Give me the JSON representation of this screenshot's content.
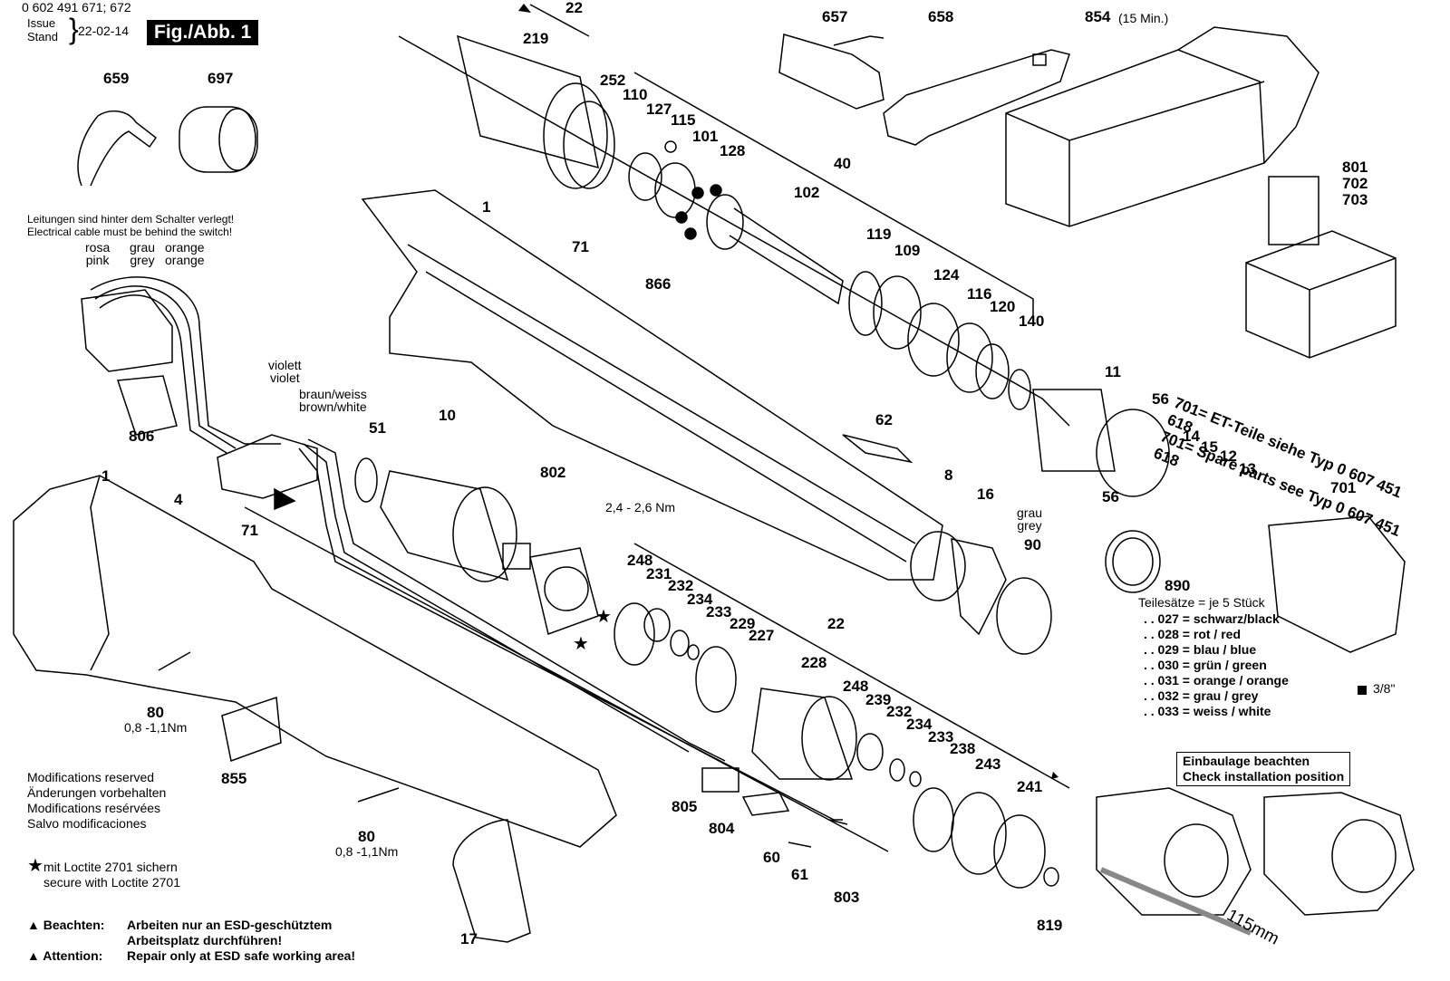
{
  "header": {
    "code": "0 602 491 671; 672",
    "issue_label": "Issue",
    "stand_label": "Stand",
    "date": "22-02-14",
    "figure": "Fig./Abb. 1"
  },
  "notes": {
    "cable_de": "Leitungen sind hinter dem Schalter verlegt!",
    "cable_en": "Electrical cable must be behind the switch!",
    "wires": {
      "rosa": "rosa",
      "pink": "pink",
      "grau": "grau",
      "grey": "grey",
      "orange_de": "orange",
      "orange_en": "orange",
      "violett": "violett",
      "violet": "violet",
      "braunweiss": "braun/weiss",
      "brownwhite": "brown/white",
      "grau2": "grau",
      "grey2": "grey"
    },
    "mods": [
      "Modifications reserved",
      "Änderungen vorbehalten",
      "Modifications resérvées",
      "Salvo modificaciones"
    ],
    "loctite_de": "mit Loctite 2701 sichern",
    "loctite_en": "secure with Loctite 2701",
    "esd_de_label": "Beachten:",
    "esd_de_1": "Arbeiten nur an ESD-geschütztem",
    "esd_de_2": "Arbeitsplatz durchführen!",
    "esd_en_label": "Attention:",
    "esd_en": "Repair only at ESD safe working area!",
    "torque_1": "0,8 -1,1Nm",
    "torque_2": "0,8 -1,1Nm",
    "torque_3": "2,4 - 2,6 Nm",
    "charger_time": "(15 Min.)",
    "square_drive": "3/8\"",
    "install_de": "Einbaulage beachten",
    "install_en": "Check installation position",
    "dimension": "115mm",
    "spare_1": "701= ET-Teile siehe   Typ  0 607 451 618",
    "spare_2": "701= Spare parts see Typ  0 607 451 618",
    "kit_title": "Teilesätze = je 5 Stück",
    "kits": [
      ". . 027 = schwarz/black",
      ". . 028 = rot / red",
      ". . 029 = blau / blue",
      ". . 030 = grün / green",
      ". . 031 = orange / orange",
      ". . 032 = grau / grey",
      ". . 033 = weiss / white"
    ]
  },
  "parts": {
    "p22a": "22",
    "p219": "219",
    "p252": "252",
    "p110": "110",
    "p127": "127",
    "p115": "115",
    "p101": "101",
    "p128": "128",
    "p102": "102",
    "p40": "40",
    "p657": "657",
    "p658": "658",
    "p854": "854",
    "p801": "801",
    "p702": "702",
    "p703": "703",
    "p659": "659",
    "p697": "697",
    "p1a": "1",
    "p71a": "71",
    "p866": "866",
    "p119": "119",
    "p109": "109",
    "p124": "124",
    "p116": "116",
    "p120": "120",
    "p140": "140",
    "p10": "10",
    "p806": "806",
    "p4": "4",
    "p51": "51",
    "p62": "62",
    "p11": "11",
    "p56a": "56",
    "p56b": "56",
    "p14": "14",
    "p15": "15",
    "p12": "12",
    "p13": "13",
    "p8": "8",
    "p16": "16",
    "p90": "90",
    "p701": "701",
    "p890": "890",
    "p1b": "1",
    "p71b": "71",
    "p802": "802",
    "p248a": "248",
    "p231": "231",
    "p232a": "232",
    "p234a": "234",
    "p233a": "233",
    "p229": "229",
    "p227": "227",
    "p22b": "22",
    "p228": "228",
    "p248b": "248",
    "p239": "239",
    "p232b": "232",
    "p234b": "234",
    "p233b": "233",
    "p238": "238",
    "p243": "243",
    "p241": "241",
    "p80a": "80",
    "p80b": "80",
    "p855": "855",
    "p805": "805",
    "p804": "804",
    "p60": "60",
    "p61": "61",
    "p803": "803",
    "p17": "17",
    "p819": "819"
  }
}
